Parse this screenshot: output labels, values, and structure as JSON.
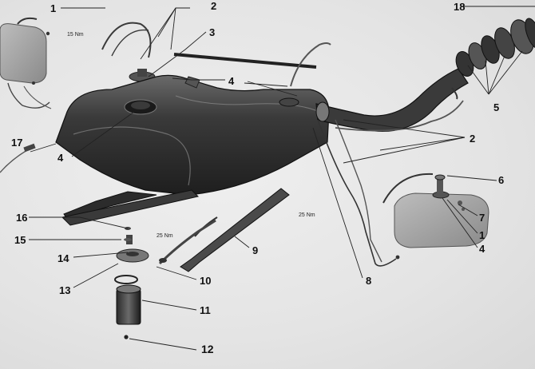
{
  "colors": {
    "paper": "#e9e9e9",
    "ink": "#111111",
    "part_dark": "#2a2a2a",
    "part_mid": "#5a5a5a",
    "part_light": "#9a9a9a"
  },
  "callouts": {
    "c1_top": "1",
    "c2_top": "2",
    "c3": "3",
    "c4_top": "4",
    "c4_left": "4",
    "c5": "5",
    "c2_right": "2",
    "c17": "17",
    "c18": "18",
    "c6": "6",
    "c7": "7",
    "c1_right": "1",
    "c4_right": "4",
    "c16": "16",
    "c15": "15",
    "c14": "14",
    "c13": "13",
    "c10": "10",
    "c11": "11",
    "c12": "12",
    "c9": "9",
    "c8": "8"
  },
  "torque": {
    "t_top": "15 Nm",
    "t_strap": "25 Nm",
    "t_pump": "25 Nm"
  }
}
